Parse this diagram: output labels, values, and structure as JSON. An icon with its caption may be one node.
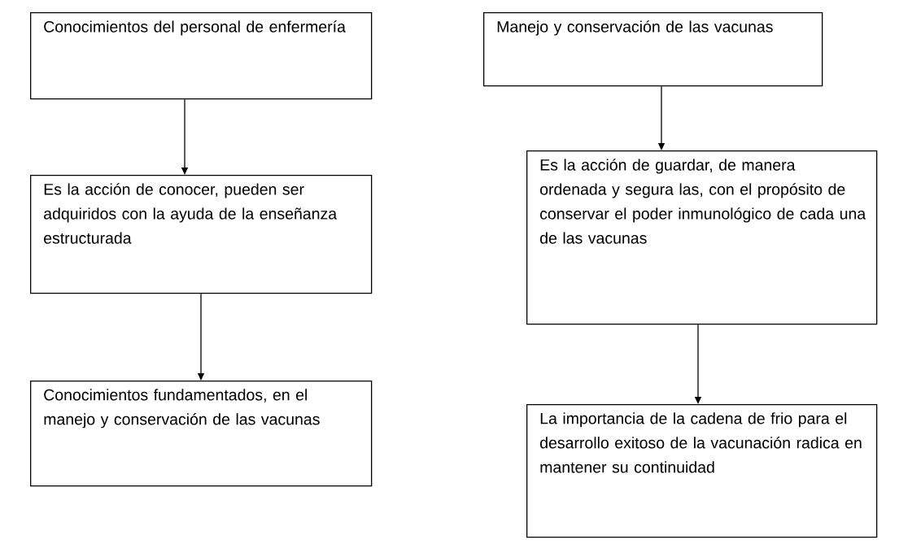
{
  "diagram": {
    "nodes": [
      {
        "text": [
          "Conocimientos del personal de enfermería"
        ]
      },
      {
        "text": [
          "Es la acción de conocer, pueden ser adquiridos con la ayuda de la enseñanza estructurada"
        ]
      },
      {
        "text": [
          "Conocimientos fundamentados, en el manejo y conservación de las vacunas"
        ]
      },
      {
        "text": [
          "Manejo y conservación de las vacunas"
        ]
      },
      {
        "text": [
          "Es la acción de guardar, de manera ordenada y segura las, con el propósito de conservar el poder inmunológico de cada una de las vacunas"
        ]
      },
      {
        "text": [
          "La importancia de la cadena de frio para el desarrollo exitoso de la vacunación radica en mantener su continuidad"
        ]
      }
    ],
    "edges": [
      {
        "from": 0,
        "to": 1,
        "arrow": "to"
      },
      {
        "from": 1,
        "to": 2,
        "arrow": "to"
      },
      {
        "from": 3,
        "to": 4,
        "arrow": "to"
      },
      {
        "from": 4,
        "to": 5,
        "arrow": "to"
      }
    ]
  }
}
